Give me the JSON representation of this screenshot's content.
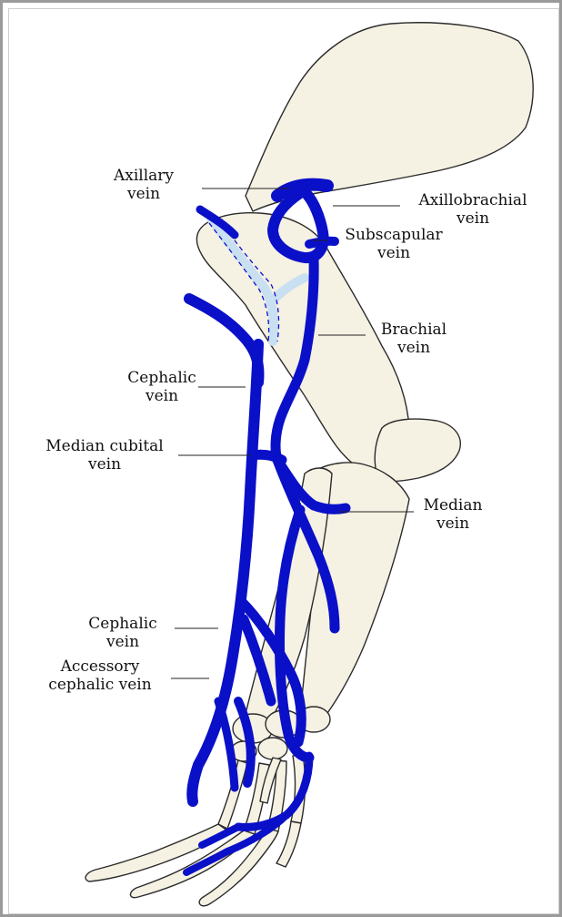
{
  "colors": {
    "bone_fill": "#f5f1e3",
    "bone_stroke": "#2b2b2b",
    "vein": "#0a10c8",
    "vein_light": "#c9dff2",
    "leader": "#222222",
    "frame": "#9a9a9a"
  },
  "labels": {
    "axillary": [
      "Axillary",
      "vein"
    ],
    "axillobrachial": [
      "Axillobrachial",
      "vein"
    ],
    "subscapular": [
      "Subscapular",
      "vein"
    ],
    "brachial": [
      "Brachial",
      "vein"
    ],
    "cephalic_upper": [
      "Cephalic",
      "vein"
    ],
    "median_cubital": [
      "Median cubital",
      "vein"
    ],
    "median": [
      "Median",
      "vein"
    ],
    "cephalic_lower": [
      "Cephalic",
      "vein"
    ],
    "accessory_cephalic": [
      "Accessory",
      "cephalic vein"
    ]
  }
}
